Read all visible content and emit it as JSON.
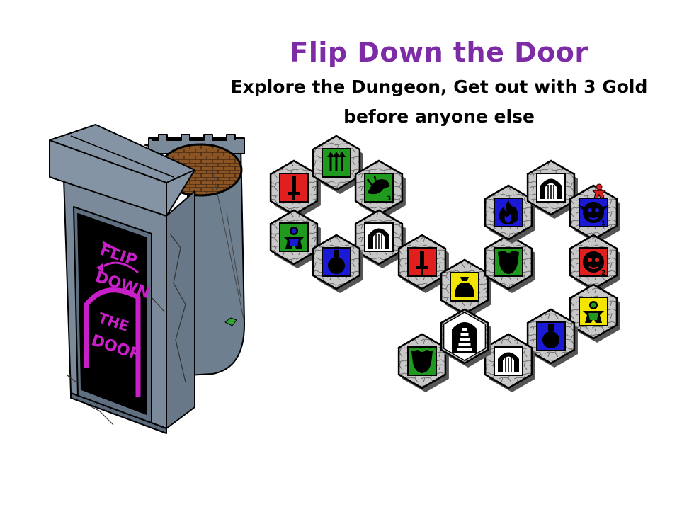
{
  "title": "Flip Down the Door",
  "subtitle_line1": "Explore the Dungeon, Get out with 3 Gold",
  "subtitle_line2": "before anyone else",
  "door_sign": {
    "line1": "FLIP",
    "line2": "DOWN",
    "line3": "THE",
    "line4": "DOOR"
  },
  "colors": {
    "title": "#7e2ca6",
    "subtitle": "#000000",
    "tower_stone": "#6e7f90",
    "tower_panel": "#7a8a9a",
    "sign_bg": "#000000",
    "sign_text": "#c81fc8",
    "hex_stone": "#c8c8c8",
    "hex_shadow": "#555555",
    "tile_red": "#e21f1f",
    "tile_green": "#1f9a1f",
    "tile_blue": "#1a1ad6",
    "tile_yellow": "#f2e600",
    "tile_white": "#ffffff",
    "hatch_brown": "#8a5424"
  },
  "tiles": [
    {
      "name": "tile-sword-red",
      "color": "red",
      "icon": "sword-icon"
    },
    {
      "name": "tile-arrows-green",
      "color": "green",
      "icon": "arrows-trap-icon"
    },
    {
      "name": "tile-dragon-green",
      "color": "green",
      "icon": "dragon-icon",
      "number": "3"
    },
    {
      "name": "tile-wizard-green",
      "color": "green",
      "icon": "wizard-meeple-icon"
    },
    {
      "name": "tile-door-white-1",
      "color": "white",
      "icon": "door-icon"
    },
    {
      "name": "tile-potion-blue-1",
      "color": "blue",
      "icon": "potion-icon"
    },
    {
      "name": "tile-sword-red-2",
      "color": "red",
      "icon": "sword-icon"
    },
    {
      "name": "tile-gold-yellow",
      "color": "yellow",
      "icon": "gold-bag-icon"
    },
    {
      "name": "tile-armor-green",
      "color": "green",
      "icon": "armor-icon"
    },
    {
      "name": "tile-fire-blue",
      "color": "blue",
      "icon": "fire-icon"
    },
    {
      "name": "tile-door-white-2",
      "color": "white",
      "icon": "door-icon"
    },
    {
      "name": "tile-goblin-blue",
      "color": "blue",
      "icon": "goblin-icon",
      "number": "1"
    },
    {
      "name": "tile-troll-red",
      "color": "red",
      "icon": "troll-icon",
      "number": "2"
    },
    {
      "name": "tile-meeple-yellow",
      "color": "yellow",
      "icon": "meeple-icon"
    },
    {
      "name": "tile-potion-blue-2",
      "color": "blue",
      "icon": "potion-icon"
    },
    {
      "name": "tile-door-white-3",
      "color": "white",
      "icon": "door-icon"
    },
    {
      "name": "tile-armor-green-2",
      "color": "green",
      "icon": "armor-icon"
    },
    {
      "name": "tile-stairs-exit",
      "color": "white",
      "icon": "stairs-icon"
    }
  ]
}
